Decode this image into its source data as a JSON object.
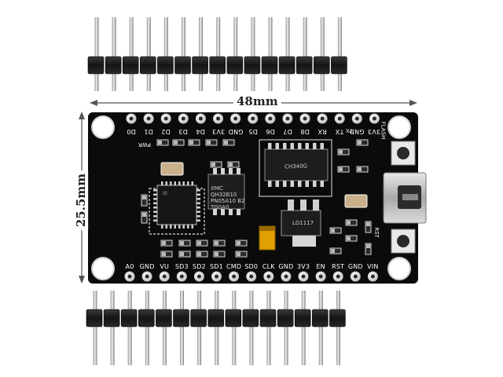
{
  "dimensions": {
    "width_label": "48mm",
    "height_label": "25.5mm"
  },
  "board": {
    "top_pins": [
      "D0",
      "D1",
      "D2",
      "D3",
      "D4",
      "3V3",
      "GND",
      "D5",
      "D6",
      "D7",
      "D8",
      "RX",
      "TX",
      "GND",
      "3V3"
    ],
    "bottom_pins": [
      "A0",
      "GND",
      "VU",
      "SD3",
      "SD2",
      "SD1",
      "CMD",
      "SD0",
      "CLK",
      "GND",
      "3V3",
      "EN",
      "RST",
      "GND",
      "VIN"
    ],
    "silkscreen": {
      "power_led": "PWR",
      "reset": "RST",
      "flash": "FLASH",
      "tx": "TX"
    },
    "chips": {
      "wifi": "XMC\nQH32B10\nPN05A10 B2\nTG0A0",
      "usb": "CH340G",
      "regulator": "LD1117"
    }
  },
  "header_strips": {
    "top_pin_count": 15,
    "bottom_pin_count": 15
  },
  "colors": {
    "pcb": "#0b0b0b",
    "pin_metal": "#bdbdbd",
    "header_plastic": "#1c1c1c",
    "dimension_line": "#555555"
  }
}
